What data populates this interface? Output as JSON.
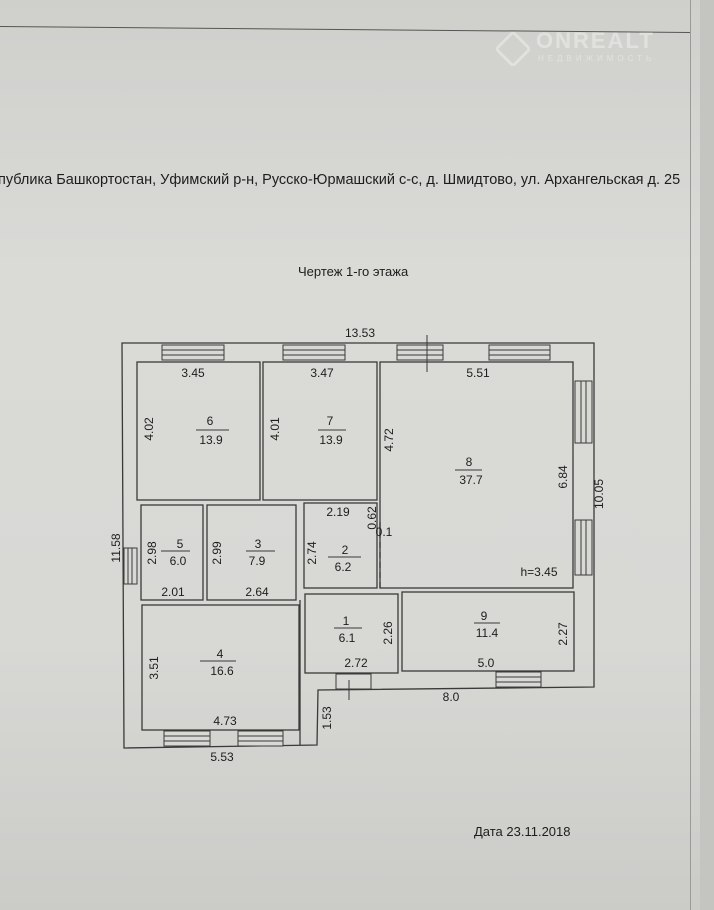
{
  "watermark": {
    "name": "ONREALT",
    "sub": "НЕДВИЖИМОСТЬ"
  },
  "address": "публика Башкортостан, Уфимский р-н, Русско-Юрмашский с-с, д. Шмидтово, ул. Архангельская д. 25",
  "title": "Чертеж 1-го этажа",
  "date": "Дата 23.11.2018",
  "ceiling_height": "h=3.45",
  "rooms": [
    {
      "number": "1",
      "area": "6.1"
    },
    {
      "number": "2",
      "area": "6.2"
    },
    {
      "number": "3",
      "area": "7.9"
    },
    {
      "number": "4",
      "area": "16.6"
    },
    {
      "number": "5",
      "area": "6.0"
    },
    {
      "number": "6",
      "area": "13.9"
    },
    {
      "number": "7",
      "area": "13.9"
    },
    {
      "number": "8",
      "area": "37.7"
    },
    {
      "number": "9",
      "area": "11.4"
    }
  ],
  "dimensions": {
    "overall_width": "13.53",
    "overall_height_left": "11.58",
    "overall_height_right": "10.05",
    "r6_width": "3.45",
    "r6_height": "4.02",
    "r7_width": "3.47",
    "r7_height": "4.01",
    "r8_width": "5.51",
    "r8_height_left": "4.72",
    "r8_height_right": "6.84",
    "r2_width": "2.19",
    "r2_height": "2.74",
    "r2_notch_h": "0.62",
    "r2_notch_w": "0.1",
    "r5_height": "2.98",
    "r5_width": "2.01",
    "r3_height": "2.99",
    "r3_width": "2.64",
    "r4_height": "3.51",
    "r4_width": "4.73",
    "r1_height": "2.26",
    "r1_width": "2.72",
    "r9_height": "2.27",
    "r9_width": "5.0",
    "bottom_right": "8.0",
    "step": "1.53",
    "bottom_left": "5.53"
  }
}
